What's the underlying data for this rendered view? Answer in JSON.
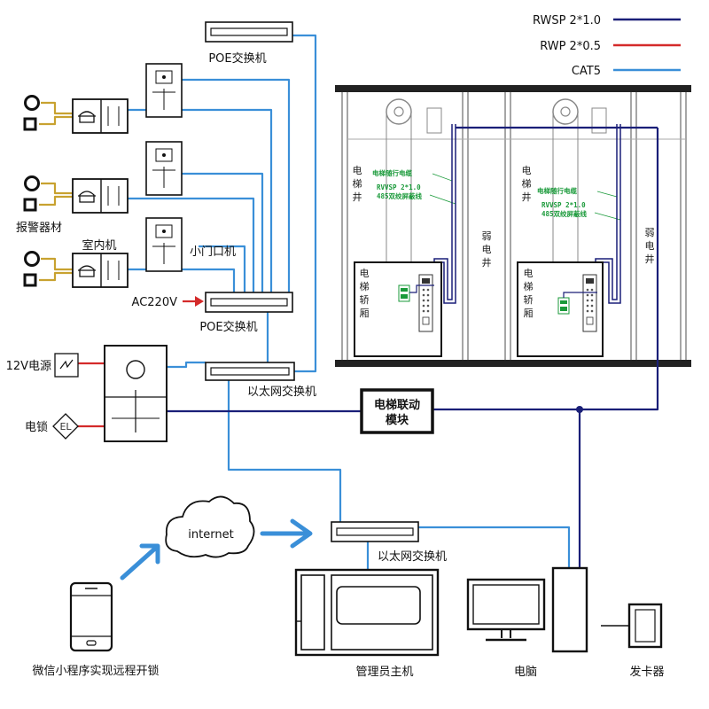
{
  "legend": [
    {
      "label": "RWSP 2*1.0",
      "color": "#1a1f78"
    },
    {
      "label": "RWP 2*0.5",
      "color": "#d42a2a"
    },
    {
      "label": "CAT5",
      "color": "#3a8fd8"
    }
  ],
  "labels": {
    "poe_switch_top": "POE交换机",
    "poe_switch_mid": "POE交换机",
    "alarm": "报警器材",
    "indoor": "室内机",
    "gate": "小门口机",
    "ac220": "AC220V",
    "psu": "12V电源",
    "elock": "电锁",
    "eth_switch_1": "以太网交换机",
    "eth_switch_2": "以太网交换机",
    "elevator_module_1": "电梯联动",
    "elevator_module_2": "模块",
    "internet": "internet",
    "wechat": "微信小程序实现远程开锁",
    "host": "管理员主机",
    "pc": "电脑",
    "card": "发卡器",
    "el_badge": "EL"
  },
  "shafts": [
    {
      "shaft_chars": [
        "电",
        "梯",
        "井"
      ],
      "car_chars": [
        "电",
        "梯",
        "轿",
        "厢"
      ],
      "cable_title": "电梯随行电缆",
      "cable_spec_1": "RVVSP 2*1.0",
      "cable_spec_2": "485双绞屏蔽线"
    },
    {
      "shaft_chars": [
        "电",
        "梯",
        "井"
      ],
      "car_chars": [
        "电",
        "梯",
        "轿",
        "厢"
      ],
      "cable_title": "电梯随行电缆",
      "cable_spec_1": "RVVSP 2*1.0",
      "cable_spec_2": "485双绞屏蔽线"
    }
  ],
  "weak_shafts": [
    {
      "chars": [
        "弱",
        "电",
        "井"
      ]
    },
    {
      "chars": [
        "弱",
        "电",
        "井"
      ]
    }
  ]
}
